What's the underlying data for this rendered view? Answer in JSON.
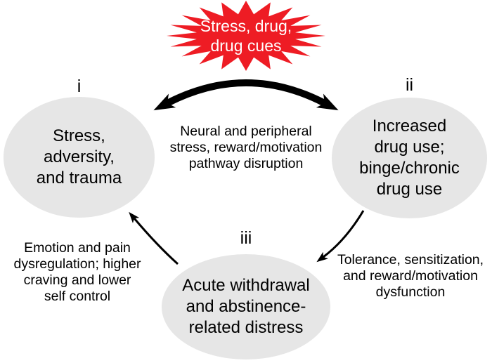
{
  "colors": {
    "background": "#ffffff",
    "node-fill": "#e6e6e6",
    "arrow": "#000000",
    "burst-fill": "#ee1c24",
    "burst-text": "#ffffff",
    "text": "#000000"
  },
  "burst": {
    "label": "Stress, drug,\ndrug cues"
  },
  "nodes": [
    {
      "numeral": "i",
      "label": "Stress,\nadversity,\nand trauma"
    },
    {
      "numeral": "ii",
      "label": "Increased\ndrug use;\nbinge/chronic\ndrug use"
    },
    {
      "numeral": "iii",
      "label": "Acute withdrawal\nand abstinence-\nrelated distress"
    }
  ],
  "edges": [
    {
      "from": "i",
      "to": "ii",
      "style": "thick-double-headed-arc",
      "label": "Neural and peripheral\nstress, reward/motivation\npathway disruption"
    },
    {
      "from": "ii",
      "to": "iii",
      "style": "thin-curved-arrow",
      "label": "Tolerance, sensitization,\nand reward/motivation\ndysfunction"
    },
    {
      "from": "iii",
      "to": "i",
      "style": "thin-curved-arrow",
      "label": "Emotion and pain\ndysregulation; higher\ncraving and lower\nself control"
    }
  ]
}
